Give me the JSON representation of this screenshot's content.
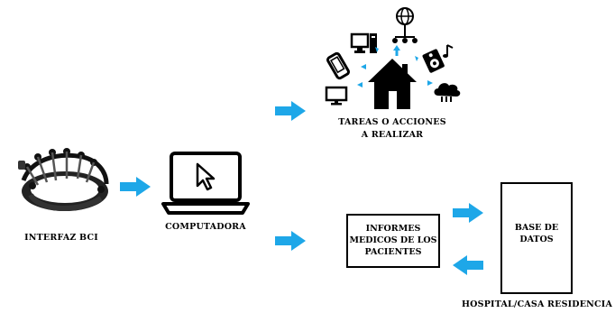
{
  "labels": {
    "bci": "INTERFAZ BCI",
    "computer": "COMPUTADORA",
    "tasks_line1": "TAREAS O ACCIONES",
    "tasks_line2": "A REALIZAR",
    "reports_line1": "INFORMES",
    "reports_line2": "MEDICOS DE LOS",
    "reports_line3": "PACIENTES",
    "database_line1": "BASE DE",
    "database_line2": "DATOS",
    "hospital": "HOSPITAL/CASA RESIDENCIA"
  },
  "colors": {
    "arrow": "#1ea7e8",
    "stroke": "#000000",
    "background": "#ffffff"
  },
  "icons": [
    "bci-headset-icon",
    "laptop-icon",
    "house-icon",
    "globe-network-icon",
    "desktop-pc-icon",
    "mobile-phone-icon",
    "speaker-music-icon",
    "monitor-icon",
    "cloud-icon"
  ]
}
